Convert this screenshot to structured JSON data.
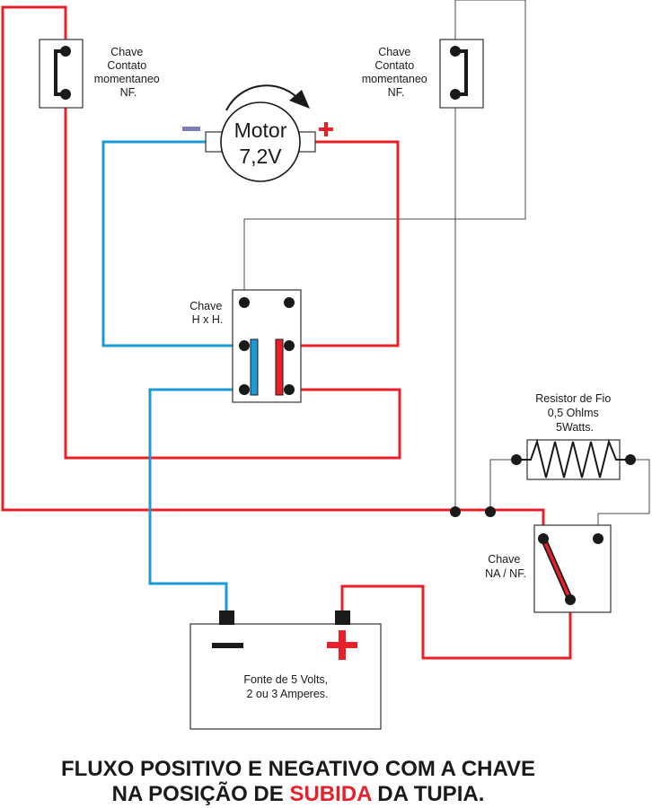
{
  "switch_left": {
    "lines": [
      "Chave",
      "Contato",
      "momentaneo",
      "NF."
    ]
  },
  "switch_right": {
    "lines": [
      "Chave",
      "Contato",
      "momentaneo",
      "NF."
    ]
  },
  "motor": {
    "line1": "Motor",
    "line2": "7,2V",
    "minus": "−",
    "plus": "+"
  },
  "switch_hh": {
    "lines": [
      "Chave",
      "H x H."
    ]
  },
  "resistor": {
    "lines": [
      "Resistor de Fio",
      "0,5 Ohlms",
      "5Watts."
    ]
  },
  "switch_nanf": {
    "lines": [
      "Chave",
      "NA / NF."
    ]
  },
  "power_supply": {
    "lines": [
      "Fonte de 5 Volts,",
      "2 ou 3 Amperes."
    ],
    "minus": "−",
    "plus": "+"
  },
  "caption": {
    "line1": "FLUXO POSITIVO E NEGATIVO COM A CHAVE",
    "line2_pre": "NA POSIÇÃO DE ",
    "line2_highlight": "SUBIDA",
    "line2_post": " DA TUPIA."
  },
  "colors": {
    "positive_wire": "#e8202a",
    "negative_wire": "#1b9ad6",
    "control_wire": "#4a4a4a",
    "highlight_text": "#e8202a"
  }
}
